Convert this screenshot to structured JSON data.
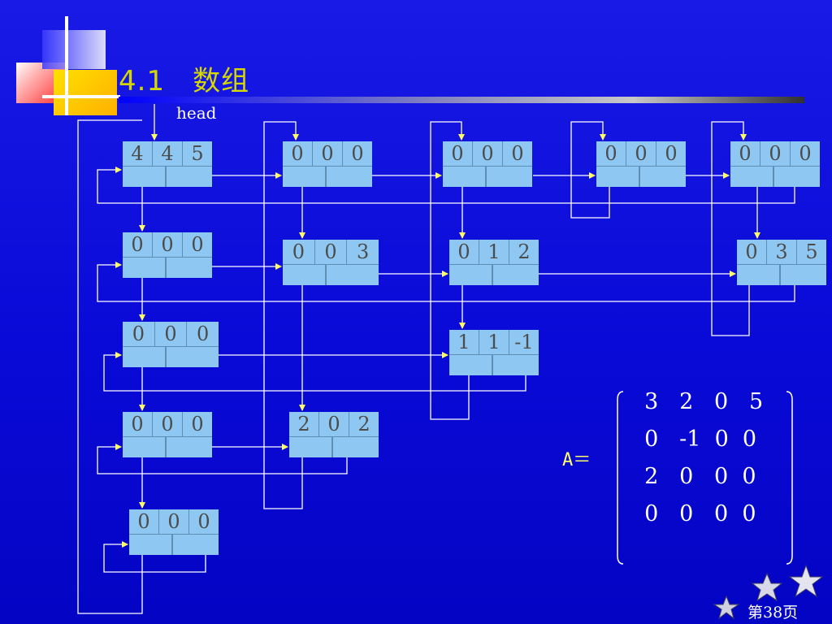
{
  "slide": {
    "section": "4.1",
    "title": "数组",
    "head_label": "head",
    "page_label": "第38页"
  },
  "nodes": {
    "head": {
      "f1": "4",
      "f2": "4",
      "f3": "5"
    },
    "col1": {
      "f1": "0",
      "f2": "0",
      "f3": "0"
    },
    "col2": {
      "f1": "0",
      "f2": "0",
      "f3": "0"
    },
    "col3": {
      "f1": "0",
      "f2": "0",
      "f3": "0"
    },
    "col4": {
      "f1": "0",
      "f2": "0",
      "f3": "0"
    },
    "row1": {
      "f1": "0",
      "f2": "0",
      "f3": "0"
    },
    "row2": {
      "f1": "0",
      "f2": "0",
      "f3": "0"
    },
    "row3": {
      "f1": "0",
      "f2": "0",
      "f3": "0"
    },
    "row4": {
      "f1": "0",
      "f2": "0",
      "f3": "0"
    },
    "e003": {
      "f1": "0",
      "f2": "0",
      "f3": "3"
    },
    "e012": {
      "f1": "0",
      "f2": "1",
      "f3": "2"
    },
    "e035": {
      "f1": "0",
      "f2": "3",
      "f3": "5"
    },
    "e11m1": {
      "f1": "1",
      "f2": "1",
      "f3": "-1"
    },
    "e202": {
      "f1": "2",
      "f2": "0",
      "f3": "2"
    }
  },
  "matrix": {
    "label": "A＝",
    "text": "  3   2   0   5\n  0   -1  0  0\n  2   0   0  0\n  0   0   0  0"
  },
  "colors": {
    "background": "#0a0ad8",
    "node_fill": "#8ec8f2",
    "title": "#d4d800",
    "arrow_head": "#ffff66",
    "wire": "#ffffff"
  }
}
